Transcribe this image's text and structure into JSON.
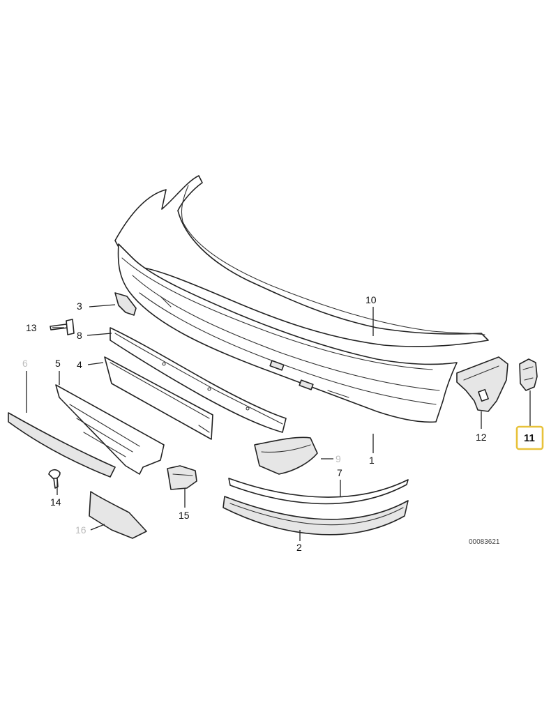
{
  "diagram": {
    "reference_number": "00083621",
    "highlight_color": "#e8c23a",
    "callouts": [
      {
        "id": "1",
        "label": "1",
        "faded": false
      },
      {
        "id": "2",
        "label": "2",
        "faded": false
      },
      {
        "id": "3",
        "label": "3",
        "faded": false
      },
      {
        "id": "4",
        "label": "4",
        "faded": false
      },
      {
        "id": "5",
        "label": "5",
        "faded": false
      },
      {
        "id": "6",
        "label": "6",
        "faded": true
      },
      {
        "id": "7",
        "label": "7",
        "faded": false
      },
      {
        "id": "8",
        "label": "8",
        "faded": false
      },
      {
        "id": "9",
        "label": "9",
        "faded": true
      },
      {
        "id": "10",
        "label": "10",
        "faded": false
      },
      {
        "id": "11",
        "label": "11",
        "faded": false,
        "highlighted": true
      },
      {
        "id": "12",
        "label": "12",
        "faded": false
      },
      {
        "id": "13",
        "label": "13",
        "faded": false
      },
      {
        "id": "14",
        "label": "14",
        "faded": false
      },
      {
        "id": "15",
        "label": "15",
        "faded": false
      },
      {
        "id": "16",
        "label": "16",
        "faded": true
      }
    ]
  }
}
